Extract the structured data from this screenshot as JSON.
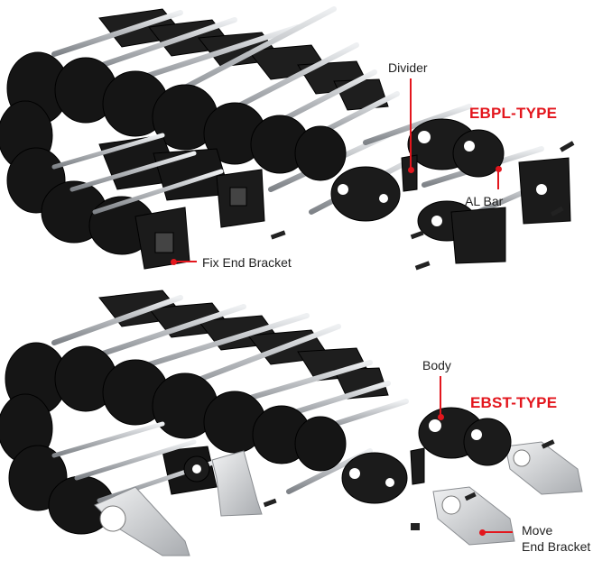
{
  "colors": {
    "accent": "#e3161d",
    "chain": "#1c1c1c",
    "rod": "#b9bcc0",
    "bracket": "#c9cbce"
  },
  "top_assembly": {
    "type_label": "EBPL-TYPE",
    "callouts": {
      "divider": "Divider",
      "al_bar": "AL Bar",
      "fix_end": "Fix End Bracket"
    }
  },
  "bottom_assembly": {
    "type_label": "EBST-TYPE",
    "callouts": {
      "body": "Body",
      "move_end_line1": "Move",
      "move_end_line2": "End Bracket"
    }
  }
}
